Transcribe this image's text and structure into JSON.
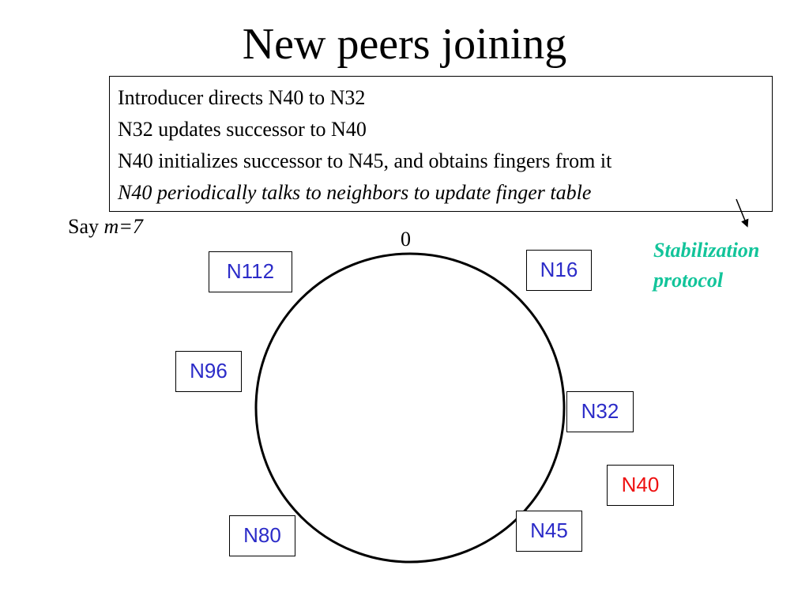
{
  "title": "New peers joining",
  "notes": {
    "lines": [
      "Introducer directs N40 to N32",
      "N32 updates successor to N40",
      "N40 initializes successor to N45, and obtains fingers from it",
      "N40 periodically talks to neighbors to update finger table"
    ]
  },
  "assumption": {
    "prefix": "Say",
    "param": "m=7"
  },
  "ring": {
    "zero_label": "0",
    "nodes": {
      "n112": "N112",
      "n16": "N16",
      "n96": "N96",
      "n32": "N32",
      "n40": "N40",
      "n80": "N80",
      "n45": "N45"
    }
  },
  "callout": {
    "line1": "Stabilization",
    "line2": "protocol"
  },
  "colors": {
    "existing_node_text": "#2b2bc8",
    "joining_node_text": "#ee1111",
    "callout_text": "#12c49a"
  }
}
